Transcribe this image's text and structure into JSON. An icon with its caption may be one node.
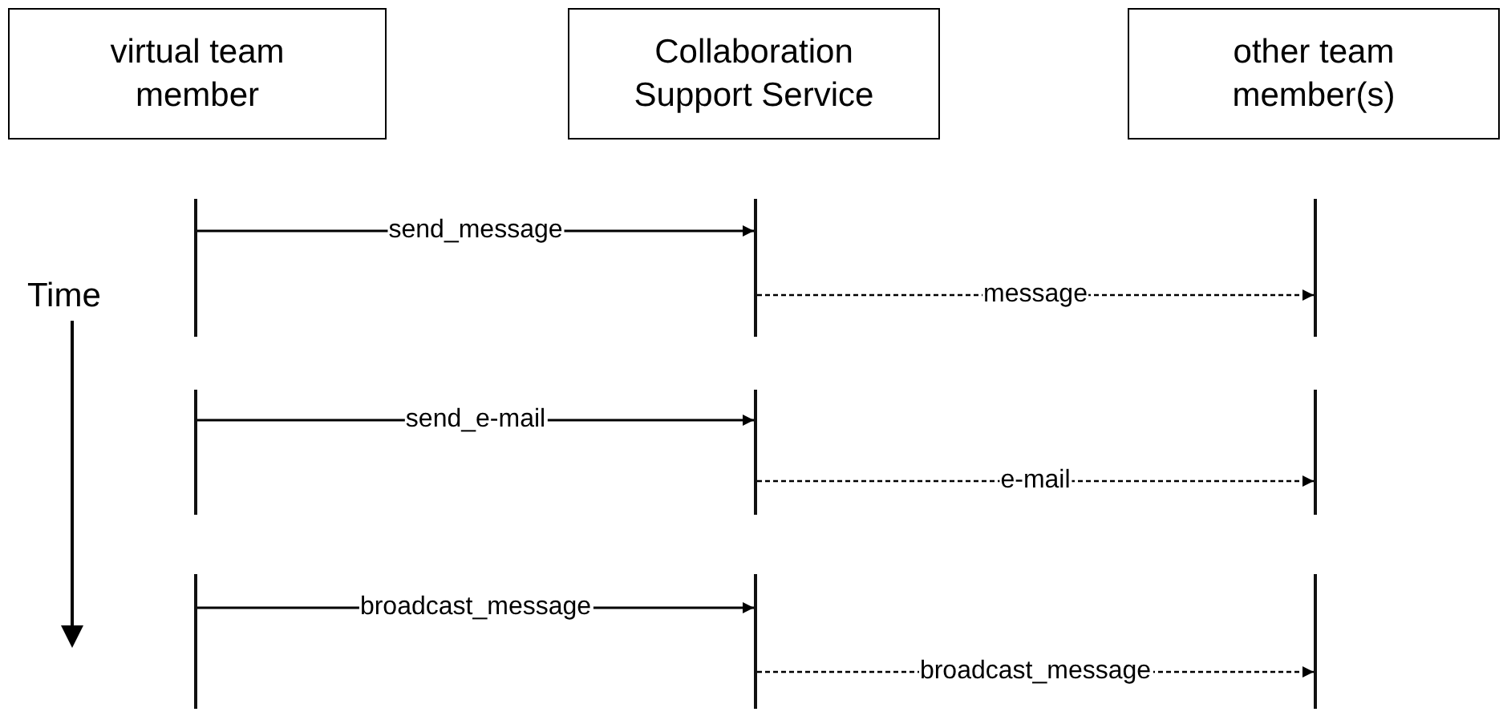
{
  "diagram": {
    "nodes": [
      {
        "text": [
          "virtual team member"
        ]
      },
      {
        "text": [
          "Collaboration Support Service"
        ]
      },
      {
        "text": [
          "other team member(s)"
        ]
      },
      {
        "text": [],
        "shape": "bar"
      },
      {
        "text": [],
        "shape": "bar"
      },
      {
        "text": [],
        "shape": "bar"
      },
      {
        "text": [],
        "shape": "bar"
      },
      {
        "text": [],
        "shape": "bar"
      },
      {
        "text": [],
        "shape": "bar"
      },
      {
        "text": [],
        "shape": "bar"
      },
      {
        "text": [],
        "shape": "bar"
      },
      {
        "text": [],
        "shape": "bar"
      }
    ],
    "edges": [
      {
        "from": 3,
        "to": 4,
        "arrow": "to",
        "label": "send_message"
      },
      {
        "from": 4,
        "to": 5,
        "arrow": "to",
        "label": "message",
        "style": "dashed"
      },
      {
        "from": 6,
        "to": 7,
        "arrow": "to",
        "label": "send_e-mail"
      },
      {
        "from": 7,
        "to": 8,
        "arrow": "to",
        "label": "e-mail",
        "style": "dashed"
      },
      {
        "from": 9,
        "to": 10,
        "arrow": "to",
        "label": "broadcast_message"
      },
      {
        "from": 10,
        "to": 11,
        "arrow": "to",
        "label": "broadcast_message",
        "style": "dashed"
      }
    ],
    "labels": [
      "Time"
    ]
  }
}
